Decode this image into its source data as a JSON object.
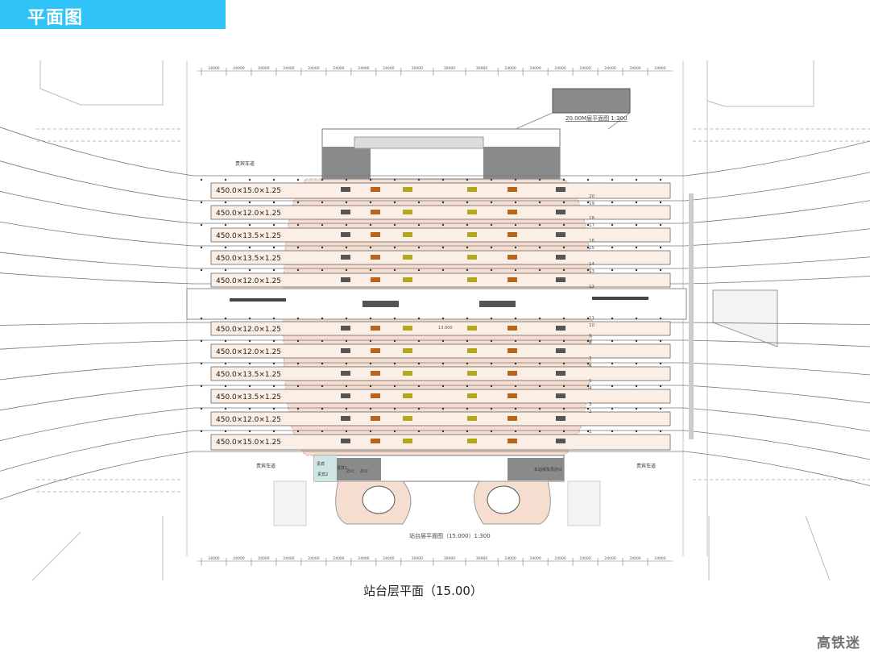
{
  "header": {
    "title": "平面图"
  },
  "caption": "站台层平面（15.00）",
  "drawing": {
    "sub_caption": "站台层平面图（15.000）1:300",
    "inset_caption": "20.00M层平面图 1:300",
    "vip_lane_label": "贵宾车道",
    "bottom_office_labels": [
      "贵宾",
      "贵宾1",
      "贵宾2",
      "办公",
      "办公",
      "车站候车员办公"
    ],
    "top_dimensions": [
      "24000",
      "24000",
      "24000",
      "24000",
      "24000",
      "24000",
      "24000",
      "24000",
      "30000",
      "30000",
      "30000",
      "24000",
      "24000",
      "24000",
      "24000",
      "24000",
      "24000",
      "24000"
    ],
    "bottom_dimensions": [
      "24000",
      "24000",
      "24000",
      "24000",
      "24000",
      "24000",
      "24000",
      "24000",
      "30000",
      "30000",
      "30000",
      "24000",
      "24000",
      "24000",
      "24000",
      "24000",
      "24000",
      "24000"
    ],
    "platforms": [
      "450.0×15.0×1.25",
      "450.0×12.0×1.25",
      "450.0×13.5×1.25",
      "450.0×13.5×1.25",
      "450.0×12.0×1.25",
      "450.0×12.0×1.25",
      "450.0×12.0×1.25",
      "450.0×13.5×1.25",
      "450.0×13.5×1.25",
      "450.0×12.0×1.25",
      "450.0×15.0×1.25"
    ],
    "track_numbers": [
      "20",
      "19",
      "18",
      "17",
      "16",
      "15",
      "14",
      "13",
      "12",
      "11",
      "10",
      "9",
      "8",
      "7",
      "6",
      "5",
      "4",
      "3",
      "2",
      "1"
    ],
    "elevation_mark": "13.000"
  },
  "watermark": "高铁迷",
  "colors": {
    "header": "#2fc3f7",
    "platform": "#fbeee4",
    "building": "#f5ddd0",
    "annex": "#8a8a8a"
  }
}
